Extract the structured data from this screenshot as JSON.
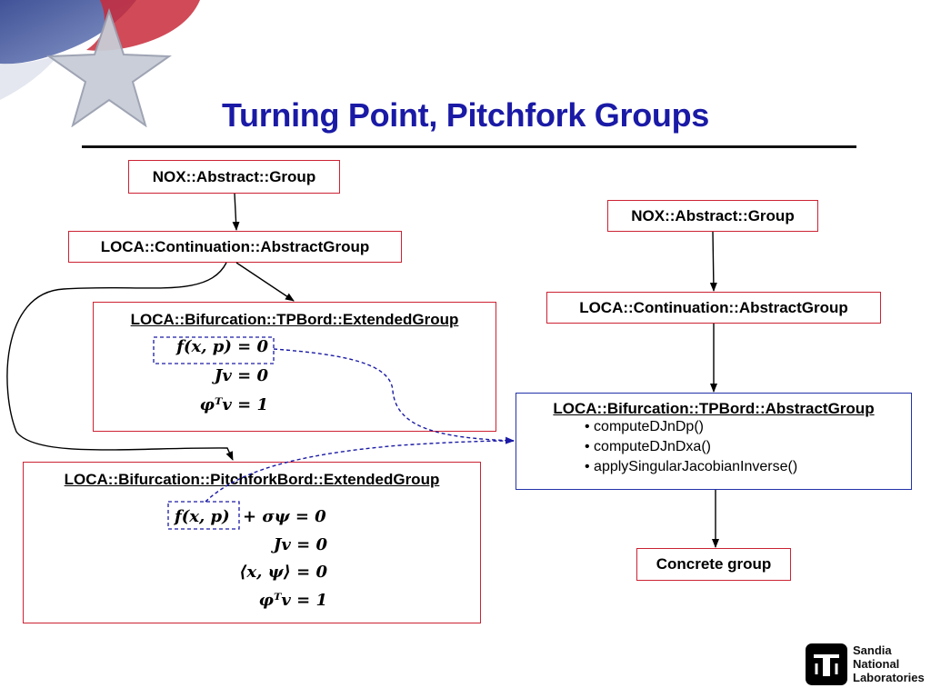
{
  "title": "Turning Point, Pitchfork Groups",
  "left_tree": {
    "nox_group": "NOX::Abstract::Group",
    "continuation_group": "LOCA::Continuation::AbstractGroup",
    "tp_extended": {
      "heading": "LOCA::Bifurcation::TPBord::ExtendedGroup",
      "equations": [
        "f(x, p) = 0",
        "Jv = 0",
        "φᵀv = 1"
      ]
    },
    "pf_extended": {
      "heading": "LOCA::Bifurcation::PitchforkBord::ExtendedGroup",
      "equation_f": "f(x, p)",
      "equation_rest": "+ σψ = 0",
      "equations": [
        "Jv = 0",
        "⟨x, ψ⟩ = 0",
        "φᵀv = 1"
      ]
    }
  },
  "right_tree": {
    "nox_group": "NOX::Abstract::Group",
    "continuation_group": "LOCA::Continuation::AbstractGroup",
    "tp_abstract": {
      "heading": "LOCA::Bifurcation::TPBord::AbstractGroup",
      "methods": [
        "• computeDJnDp()",
        "• computeDJnDxa()",
        "• applySingularJacobianInverse()"
      ]
    },
    "concrete": "Concrete group"
  },
  "logo": {
    "icon": "sandia-thunderbird-icon",
    "text": "Sandia\nNational\nLaboratories"
  },
  "colors": {
    "title": "#1a1aa6",
    "red_border": "#cc2233",
    "blue_border": "#2233aa",
    "dashed_link": "#1a1aa6"
  }
}
